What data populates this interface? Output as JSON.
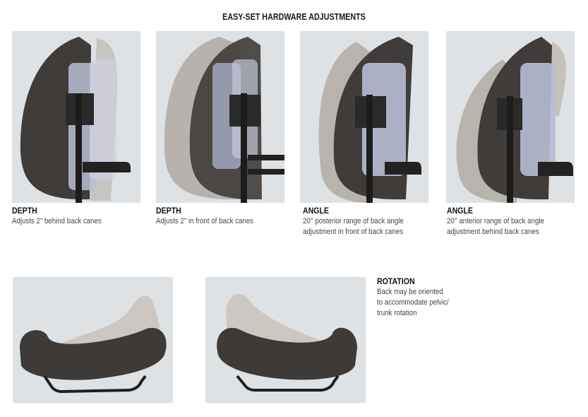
{
  "page": {
    "title": "EASY-SET HARDWARE ADJUSTMENTS"
  },
  "colors": {
    "photo_background": "#dfe2e4",
    "cushion_dark": "#3d3a37",
    "cushion_ghost": "#b9b3ae",
    "bracket_blue": "#b8bdd4",
    "frame": "#1f1f1f"
  },
  "panels": [
    {
      "heading": "DEPTH",
      "text": "Adjusts 2\" behind back canes",
      "image": "depth-behind-photo"
    },
    {
      "heading": "DEPTH",
      "text": "Adjusts 2\" in front of back canes",
      "image": "depth-front-photo"
    },
    {
      "heading": "ANGLE",
      "text": "20° posterior range of back angle\nadjustment in front of back canes",
      "image": "angle-posterior-photo"
    },
    {
      "heading": "ANGLE",
      "text": "20° anterior range of back angle\nadjustment behind back canes",
      "image": "angle-anterior-photo"
    }
  ],
  "rotation": {
    "heading": "ROTATION",
    "text": "Back may be oriented\nto accommodate pelvic/\ntrunk rotation",
    "images": [
      "rotation-left-photo",
      "rotation-right-photo"
    ]
  }
}
